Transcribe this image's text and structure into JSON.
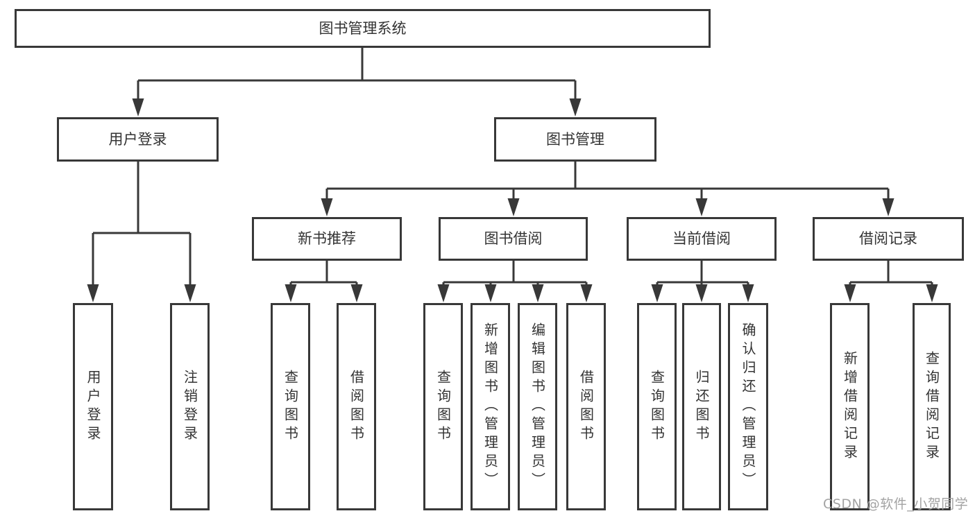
{
  "tree": {
    "root": {
      "label": "图书管理系统",
      "children": [
        {
          "label": "用户登录",
          "children": [
            {
              "label": "用户登录"
            },
            {
              "label": "注销登录"
            }
          ]
        },
        {
          "label": "图书管理",
          "children": [
            {
              "label": "新书推荐",
              "children": [
                {
                  "label": "查询图书"
                },
                {
                  "label": "借阅图书"
                }
              ]
            },
            {
              "label": "图书借阅",
              "children": [
                {
                  "label": "查询图书"
                },
                {
                  "label": "新增图书（管理员）"
                },
                {
                  "label": "编辑图书（管理员）"
                },
                {
                  "label": "借阅图书"
                }
              ]
            },
            {
              "label": "当前借阅",
              "children": [
                {
                  "label": "查询图书"
                },
                {
                  "label": "归还图书"
                },
                {
                  "label": "确认归还（管理员）"
                }
              ]
            },
            {
              "label": "借阅记录",
              "children": [
                {
                  "label": "新增借阅记录"
                },
                {
                  "label": "查询借阅记录"
                }
              ]
            }
          ]
        }
      ]
    }
  },
  "watermark": {
    "text": "CSDN @软件_小贺同学"
  },
  "colors": {
    "line": "#383838",
    "text": "#333333",
    "background": "#ffffff",
    "watermark": "#a3a3a3"
  }
}
